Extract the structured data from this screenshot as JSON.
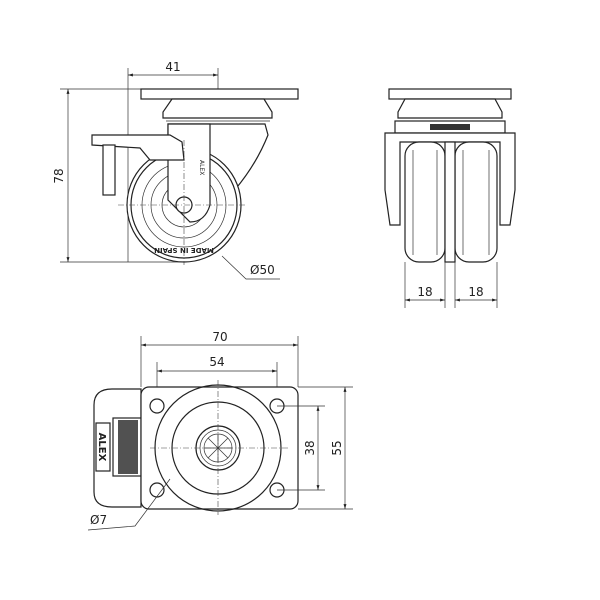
{
  "title": "Swivel twin-wheel caster with brake, technical drawing",
  "side_view": {
    "dim_offset": "41",
    "dim_height": "78",
    "dim_wheel_diameter": "Ø50",
    "wheel_text": "MADE IN SPAIN",
    "fork_mark": "ALEX"
  },
  "front_view": {
    "dim_wheel_width_left": "18",
    "dim_wheel_width_right": "18"
  },
  "top_view": {
    "dim_plate_width": "70",
    "dim_hole_spacing_x": "54",
    "dim_hole_spacing_y": "38",
    "dim_plate_depth": "55",
    "dim_hole_diameter": "Ø7",
    "brand_label": "ALEX"
  },
  "colors": {
    "line": "#222222",
    "background": "#ffffff"
  }
}
